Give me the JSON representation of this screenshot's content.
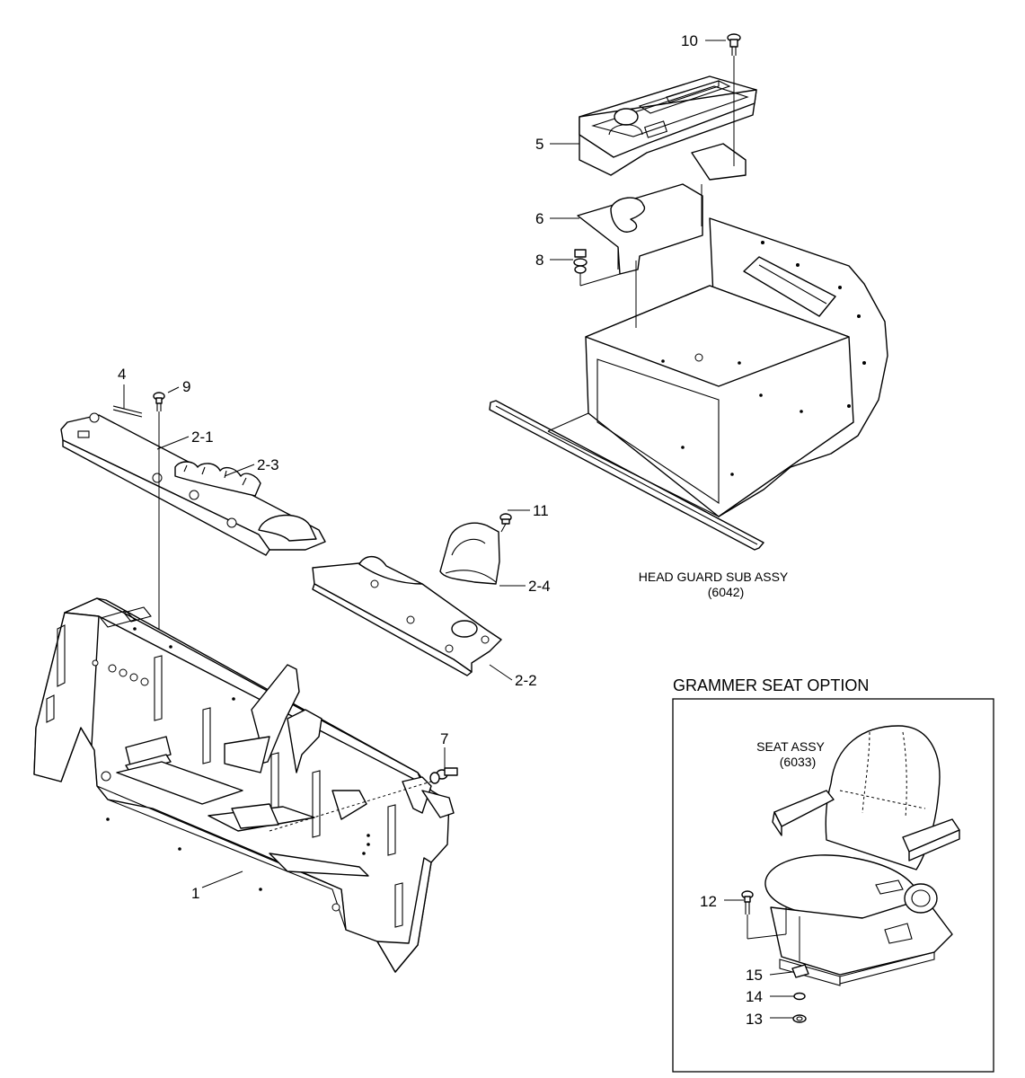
{
  "callouts": {
    "c1": "1",
    "c2_1": "2-1",
    "c2_2": "2-2",
    "c2_3": "2-3",
    "c2_4": "2-4",
    "c4": "4",
    "c5": "5",
    "c6": "6",
    "c7": "7",
    "c8": "8",
    "c9": "9",
    "c10": "10",
    "c11": "11",
    "c12": "12",
    "c13": "13",
    "c14": "14",
    "c15": "15"
  },
  "head_guard": {
    "name": "HEAD GUARD SUB ASSY",
    "code": "(6042)"
  },
  "seat_option": {
    "title": "GRAMMER SEAT OPTION",
    "seat_name": "SEAT ASSY",
    "seat_code": "(6033)"
  }
}
